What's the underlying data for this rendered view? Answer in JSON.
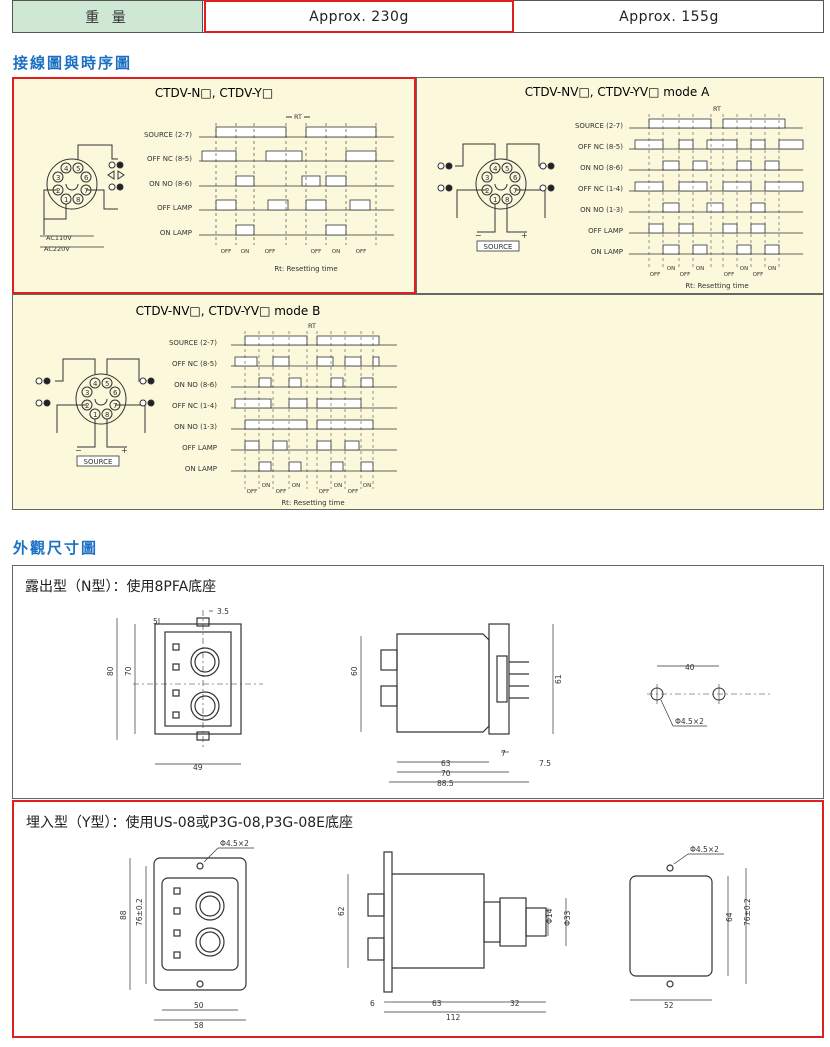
{
  "weight": {
    "label": "重 量",
    "value_a": "Approx. 230g",
    "value_b": "Approx. 155g"
  },
  "sections": {
    "wiring": "接線圖與時序圖",
    "dimensions": "外觀尺寸圖"
  },
  "timing_common": {
    "rows": [
      "SOURCE (2-7)",
      "OFF NC (8-5)",
      "ON NO (8-6)",
      "OFF LAMP",
      "ON LAMP"
    ],
    "rows_dual": [
      "SOURCE (2-7)",
      "OFF NC (8-5)",
      "ON NO (8-6)",
      "OFF NC (1-4)",
      "ON NO (1-3)",
      "OFF LAMP",
      "ON LAMP"
    ],
    "rt": "RT",
    "rt_note": "Rt: Resetting time",
    "off": "OFF",
    "on": "ON",
    "ac110": "AC110V",
    "ac220": "AC220V",
    "source": "SOURCE",
    "minus": "−",
    "plus": "+",
    "pins": [
      "1",
      "2",
      "3",
      "4",
      "5",
      "6",
      "7",
      "8"
    ]
  },
  "diagrams": {
    "a_title": "CTDV-N□, CTDV-Y□",
    "b_title": "CTDV-NV□, CTDV-YV□ mode A",
    "c_title": "CTDV-NV□, CTDV-YV□ mode B"
  },
  "dims_n": {
    "title": "露出型（N型）：使用8PFA底座",
    "front": {
      "d_35": "3.5",
      "d_5": "5",
      "d_80": "80",
      "d_70": "70",
      "d_49": "49"
    },
    "side": {
      "d_60": "60",
      "d_61": "61",
      "d_7": "7",
      "d_75": "7.5",
      "d_63": "63",
      "d_70": "70",
      "d_885": "88.5"
    },
    "mount": {
      "d_40": "40",
      "hole": "Φ4.5×2"
    }
  },
  "dims_y": {
    "title": "埋入型（Y型）：使用US-08或P3G-08,P3G-08E底座",
    "front": {
      "hole": "Φ4.5×2",
      "d_88": "88",
      "d_76": "76±0.2",
      "d_50": "50",
      "d_58": "58"
    },
    "side": {
      "d_62": "62",
      "d_14": "Φ14",
      "d_33": "Φ33",
      "d_6": "6",
      "d_63": "63",
      "d_32": "32",
      "d_112": "112"
    },
    "cutout": {
      "hole": "Φ4.5×2",
      "d_64": "64",
      "d_76": "76±0.2",
      "d_52": "52"
    }
  }
}
